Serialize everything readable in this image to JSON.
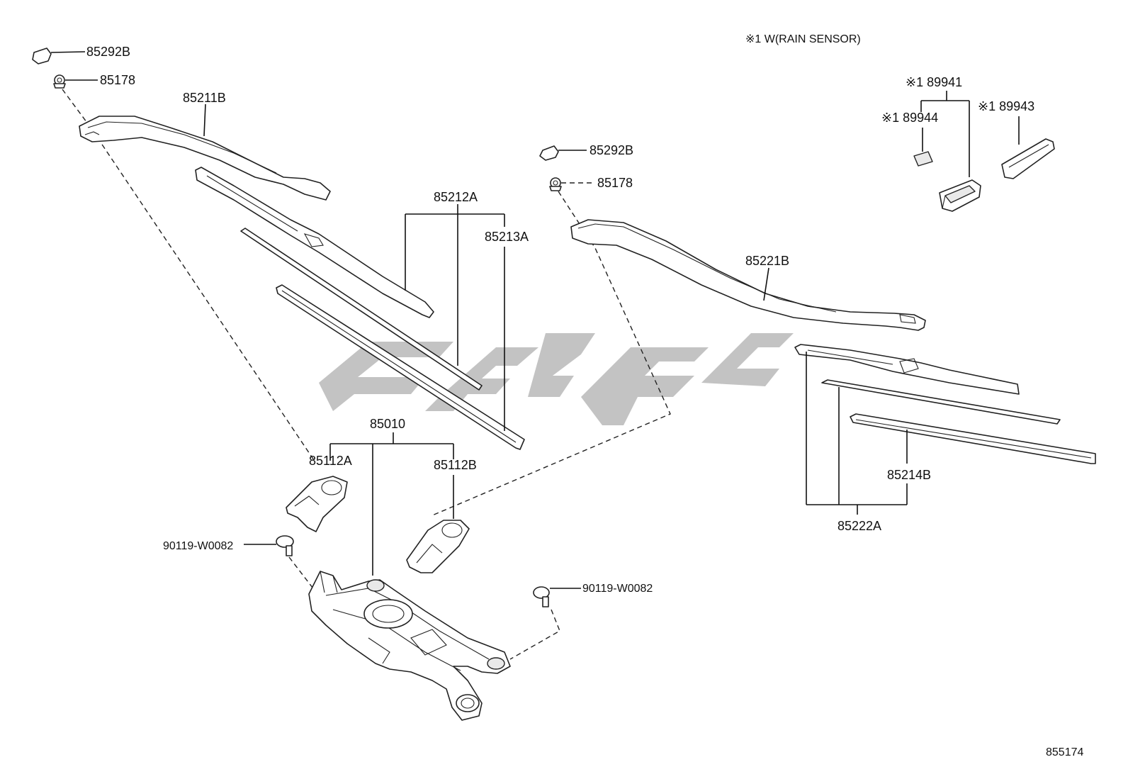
{
  "note": "※1 W(RAIN SENSOR)",
  "drawing_number": "855174",
  "labels": {
    "cap_left": "85292B",
    "nut_left": "85178",
    "arm_left": "85211B",
    "blade_set_left": "85212A",
    "rubber_left": "85213A",
    "cap_right": "85292B",
    "nut_right": "85178",
    "arm_right": "85221B",
    "sensor": "※1 89941",
    "sensor_pad": "※1 89944",
    "sensor_cover": "※1 89943",
    "link_assembly": "85010",
    "pivot_cap_left": "85112A",
    "pivot_cap_right": "85112B",
    "bolt_left": "90119-W0082",
    "bolt_right": "90119-W0082",
    "rubber_right": "85214B",
    "blade_set_right": "85222A"
  }
}
